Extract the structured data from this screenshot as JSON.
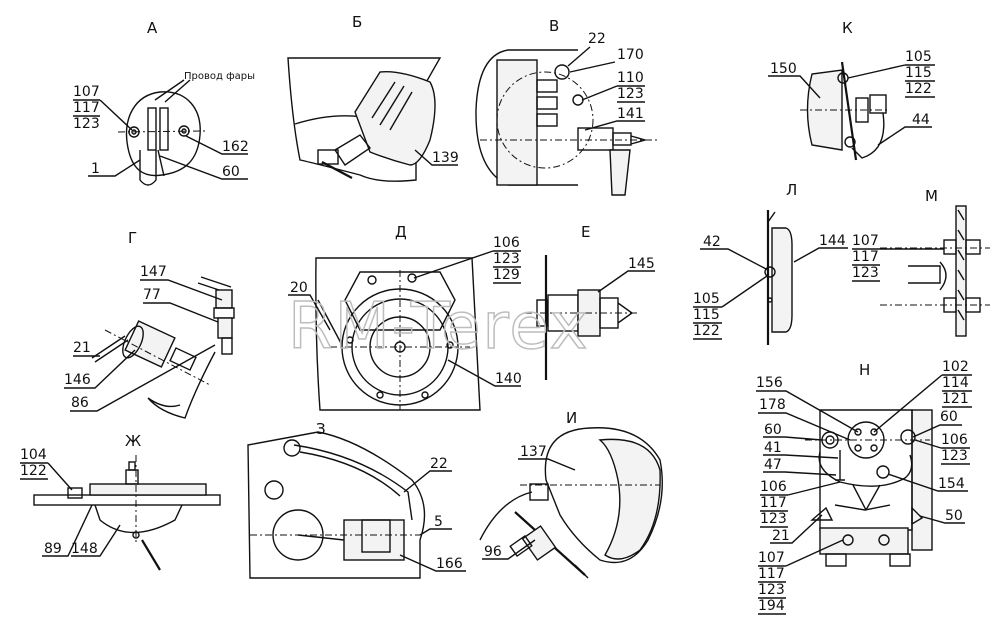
{
  "views": {
    "A": "А",
    "B": "Б",
    "V": "В",
    "K": "К",
    "G": "Г",
    "D": "Д",
    "E": "Е",
    "L": "Л",
    "M": "М",
    "N": "Н",
    "Zh": "Ж",
    "Z": "З",
    "I": "И"
  },
  "notes": {
    "headlight_wire": "Провод фары"
  },
  "callouts": {
    "a_107": "107",
    "a_117": "117",
    "a_123": "123",
    "a_1": "1",
    "a_162": "162",
    "a_60": "60",
    "b_139": "139",
    "v_22": "22",
    "v_170": "170",
    "v_110": "110",
    "v_123": "123",
    "v_141": "141",
    "k_150": "150",
    "k_105": "105",
    "k_115": "115",
    "k_122": "122",
    "k_44": "44",
    "g_147": "147",
    "g_77": "77",
    "g_21": "21",
    "g_146": "146",
    "g_86": "86",
    "d_106": "106",
    "d_123": "123",
    "d_129": "129",
    "d_20": "20",
    "d_140": "140",
    "e_145": "145",
    "l_42": "42",
    "l_144": "144",
    "l_105": "105",
    "l_115": "115",
    "l_122": "122",
    "m_107": "107",
    "m_117": "117",
    "m_123": "123",
    "n_102": "102",
    "n_114": "114",
    "n_121": "121",
    "n_156": "156",
    "n_178": "178",
    "n_60a": "60",
    "n_60b": "60",
    "n_106a": "106",
    "n_123a": "123",
    "n_41": "41",
    "n_47": "47",
    "n_154": "154",
    "n_106b": "106",
    "n_117b": "117",
    "n_123b": "123",
    "n_21": "21",
    "n_50": "50",
    "n_107": "107",
    "n_117c": "117",
    "n_123c": "123",
    "n_194": "194",
    "zh_104": "104",
    "zh_122": "122",
    "zh_89": "89",
    "zh_148": "148",
    "z_22": "22",
    "z_5": "5",
    "z_166": "166",
    "i_137": "137",
    "i_96": "96"
  },
  "watermark": "RM-Terex"
}
